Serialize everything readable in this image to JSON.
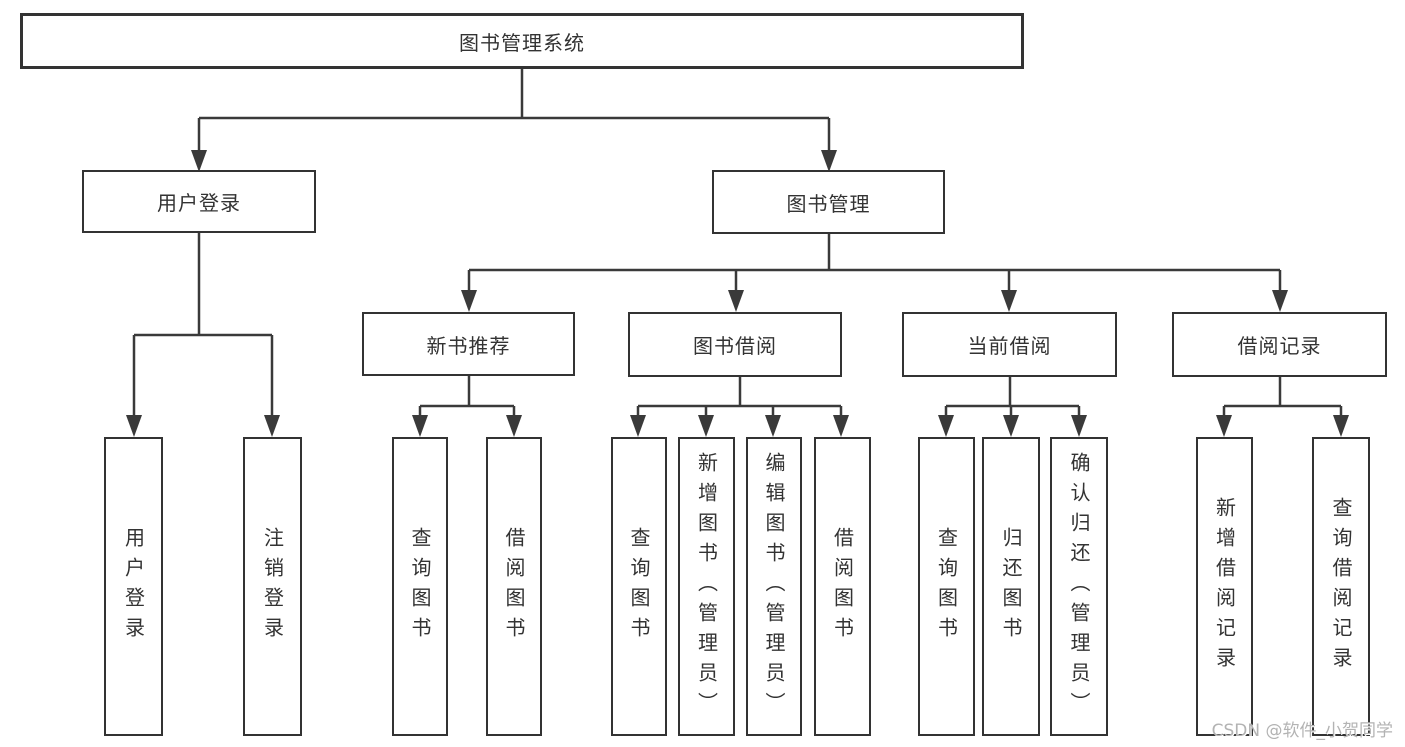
{
  "root": {
    "label": "图书管理系统"
  },
  "level2": {
    "user_login": "用户登录",
    "book_mgmt": "图书管理"
  },
  "level3": {
    "new_books": "新书推荐",
    "book_borrow": "图书借阅",
    "current_borrow": "当前借阅",
    "borrow_records": "借阅记录"
  },
  "leaves": {
    "user_login": "用户登录",
    "logout": "注销登录",
    "nb_query_books": "查询图书",
    "nb_borrow_books": "借阅图书",
    "bb_query_books": "查询图书",
    "bb_add_books": "新增图书（管理员）",
    "bb_edit_books": "编辑图书（管理员）",
    "bb_borrow_books": "借阅图书",
    "cb_query_books": "查询图书",
    "cb_return_books": "归还图书",
    "cb_confirm_return": "确认归还（管理员）",
    "br_add_record": "新增借阅记录",
    "br_query_record": "查询借阅记录"
  },
  "watermark": "CSDN @软件_小贺同学",
  "colors": {
    "line": "#3a3a3a",
    "box_border": "#333333",
    "text": "#333333",
    "watermark": "#b3b3b3",
    "background": "#ffffff"
  }
}
